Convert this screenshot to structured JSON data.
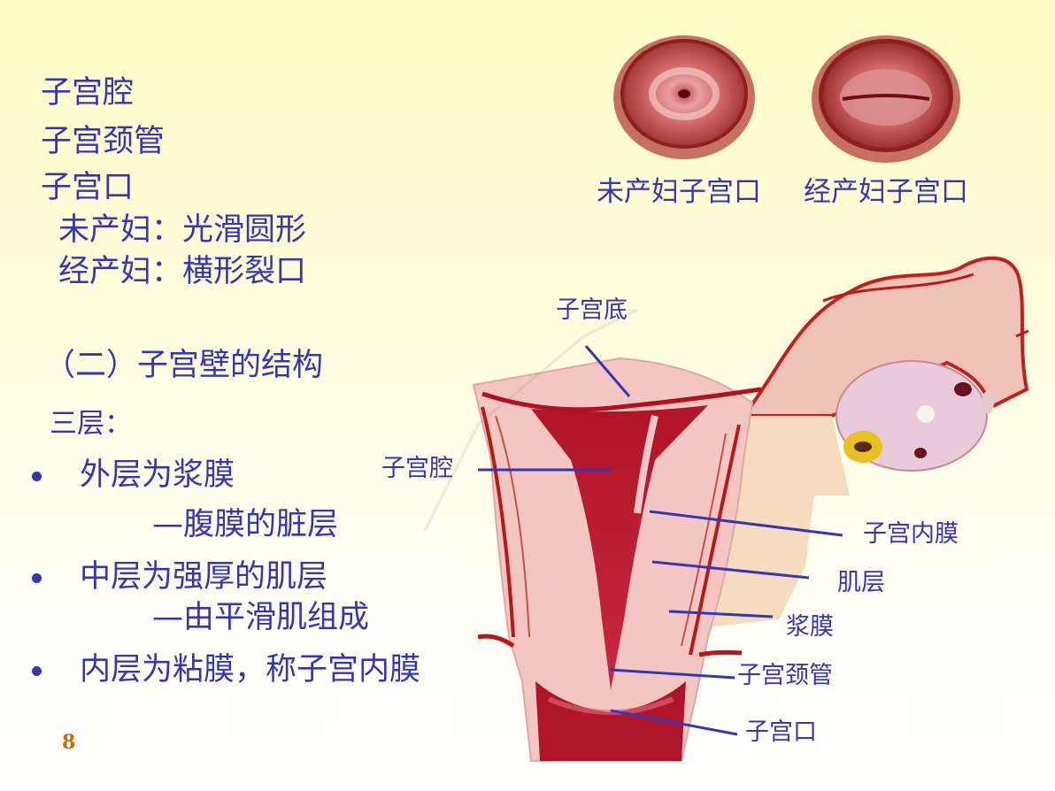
{
  "slide": {
    "page_number": "8",
    "colors": {
      "text": "#3535b8",
      "page_number": "#cc6a00",
      "background_top": "#fffcc6",
      "background_bottom": "#ffffff",
      "tissue": "#f2c4c0",
      "vessel": "#b81818"
    }
  },
  "left_text": {
    "terms": [
      "子宫腔",
      "子宫颈管",
      "子宫口"
    ],
    "os_types": [
      "未产妇：光滑圆形",
      "经产妇：横形裂口"
    ],
    "section_title": "（二）子宫壁的结构",
    "layers_intro": "三层：",
    "layers": [
      {
        "main": "外层为浆膜",
        "sub": "—腹膜的脏层"
      },
      {
        "main": "中层为强厚的肌层",
        "sub": "—由平滑肌组成"
      },
      {
        "main": "内层为粘膜，称子宫内膜",
        "sub": ""
      }
    ]
  },
  "os_figures": {
    "nulliparous_caption": "未产妇子宫口",
    "multiparous_caption": "经产妇子宫口"
  },
  "uterus_diagram": {
    "labels": {
      "fundus": "子宫底",
      "cavity": "子宫腔",
      "endometrium": "子宫内膜",
      "myometrium": "肌层",
      "serosa": "浆膜",
      "cervical_canal": "子宫颈管",
      "os": "子宫口"
    }
  }
}
